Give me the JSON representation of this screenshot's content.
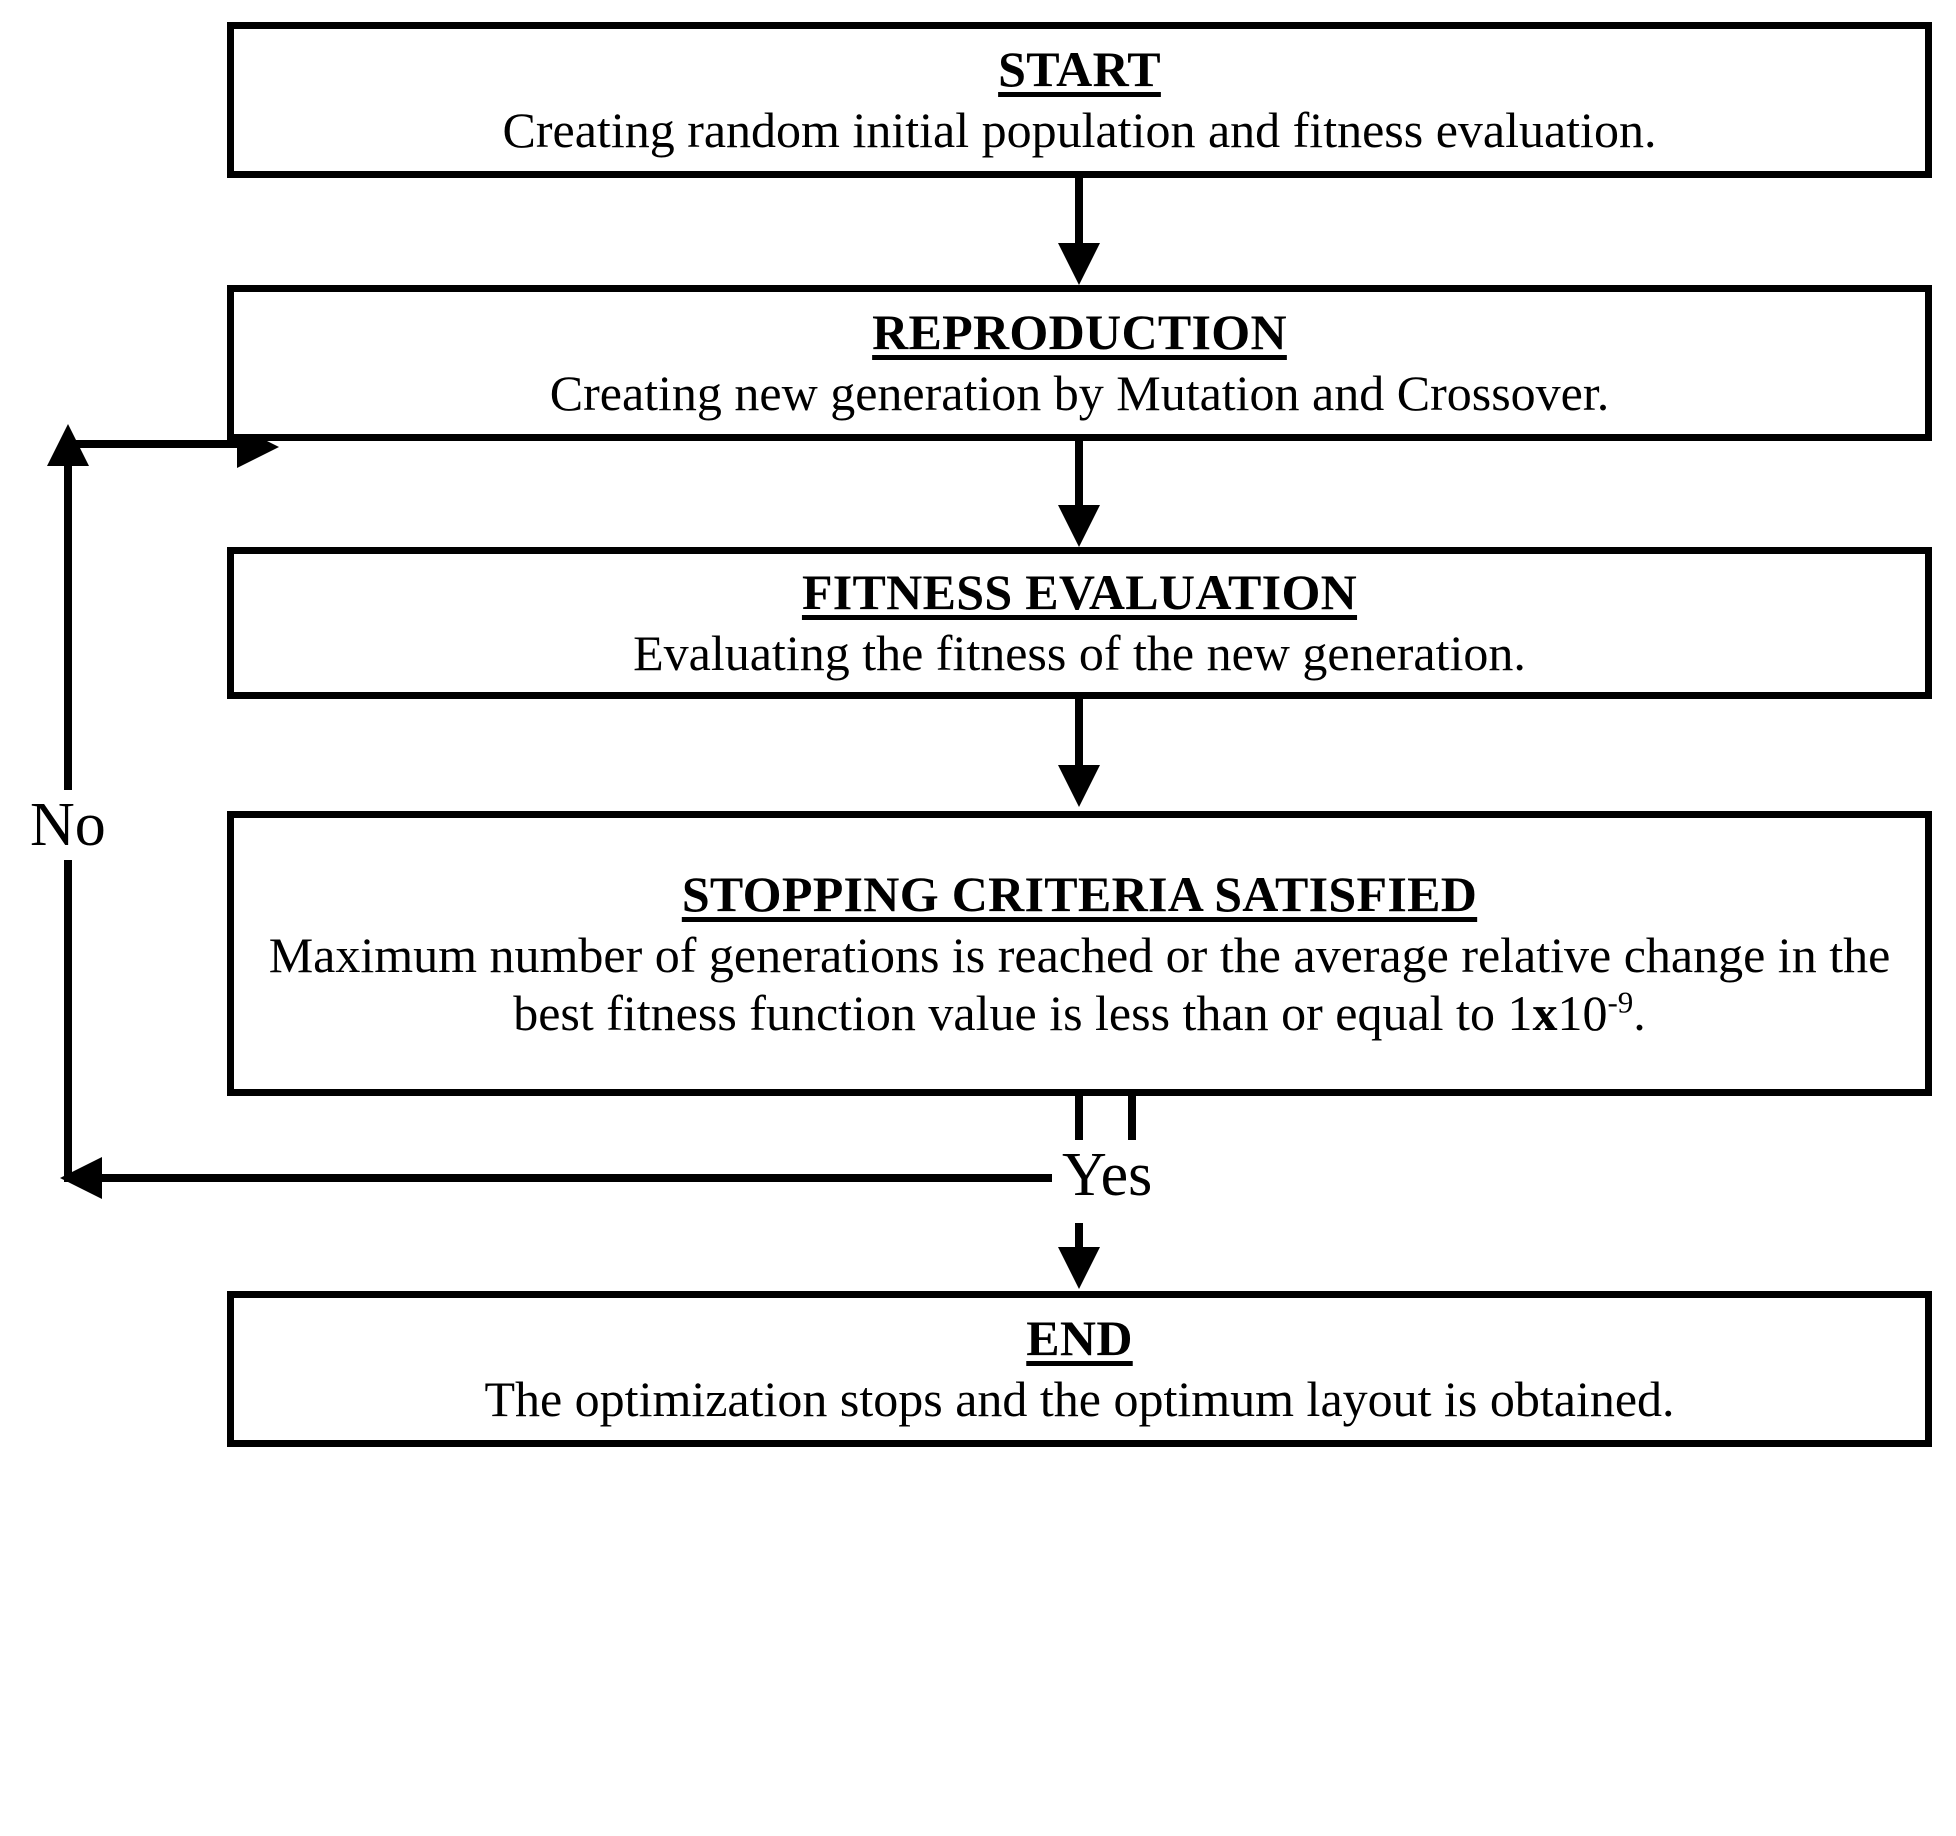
{
  "diagram": {
    "title": "Genetic algorithm optimization flowchart",
    "colors": {
      "stroke": "#000000",
      "fill": "#ffffff",
      "text": "#000000"
    },
    "nodes": [
      {
        "id": "start",
        "title": "START",
        "body": "Creating random initial population and fitness evaluation."
      },
      {
        "id": "reproduction",
        "title": "REPRODUCTION",
        "body": "Creating new generation by Mutation and Crossover."
      },
      {
        "id": "fitness",
        "title": "FITNESS EVALUATION",
        "body": "Evaluating the fitness of the new generation."
      },
      {
        "id": "stopping",
        "title": "STOPPING CRITERIA SATISFIED",
        "body_part1": "Maximum number of generations is reached or the average relative change in the best fitness function value is less than or equal to 1",
        "body_times": "x",
        "body_part2": "10",
        "body_exponent": "-9",
        "body_part3": "."
      },
      {
        "id": "end",
        "title": "END",
        "body": "The optimization stops and the optimum layout is obtained."
      }
    ],
    "edges": [
      {
        "id": "start-to-reproduction",
        "label": ""
      },
      {
        "id": "reproduction-to-fitness",
        "label": ""
      },
      {
        "id": "fitness-to-stopping",
        "label": ""
      },
      {
        "id": "stopping-to-end",
        "label": "Yes"
      },
      {
        "id": "stopping-to-reproduction",
        "label": "No"
      }
    ],
    "labels": {
      "no": "No",
      "yes": "Yes"
    }
  }
}
